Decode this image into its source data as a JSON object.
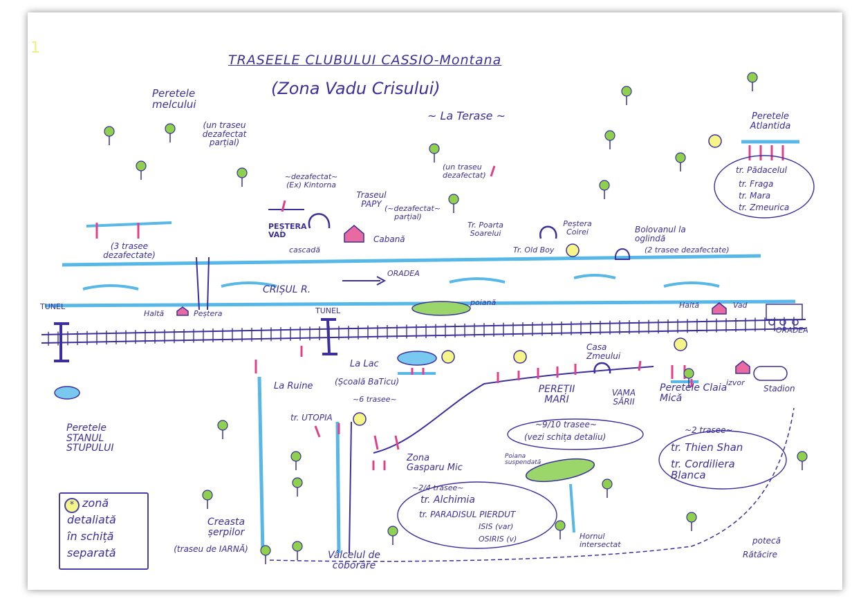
{
  "map": {
    "page_number": "1",
    "title": "TRASEELE CLUBULUI CASSIO-Montana",
    "subtitle": "(Zona Vadu Crisului)",
    "sector": "~ La Terase ~",
    "colors": {
      "ink": "#3a2f9c",
      "river": "#57b7e6",
      "route": "#e0408a",
      "trees": "#8fd14f",
      "accent": "#f6f58a"
    },
    "labels": {
      "peretele_melcului": "Peretele melcului",
      "melcului_note": "(un traseu dezafectat parțial)",
      "kintorna_note": "~dezafectat~ (Ex) Kintorna",
      "traseul_papy": "Traseul PAPY",
      "papy_note": "(~dezafectat~ parțial)",
      "un_traseu_dezafectat": "(un traseu dezafectat)",
      "pestera_vad": "PEȘTERA VAD",
      "cascada": "cascadă",
      "cabana": "Cabană",
      "trei_trasee": "(3 trasee dezafectate)",
      "tr_poarta_soarelui": "Tr. Poarta Soarelui",
      "tr_old_boy": "Tr. Old Boy",
      "pestera_coirei": "Peștera Coirei",
      "bolovanul": "Bolovanul la oglindă",
      "bolovanul_note": "(2 trasee dezafectate)",
      "peretele_atlantida": "Peretele Atlantida",
      "atlantida_routes": [
        "tr. Pădacelul",
        "tr. Fraga",
        "tr. Mara",
        "tr. Zmeurica"
      ],
      "crisul": "CRIȘUL R.",
      "oradea": "ORADEA",
      "tunel_left": "TUNEL",
      "tunel_mid": "TUNEL",
      "halta_pestera": "Haltă",
      "pestera": "Peștera",
      "poiana": "poiană",
      "halta_vad": "Haltă",
      "vad": "Vad",
      "oradea_rail": "ORADEA",
      "la_lac": "La Lac",
      "la_ruine": "La Ruine",
      "scoala": "(Școală BaTicu)",
      "sase_trasee": "~6 trasee~",
      "tr_utopia": "tr. UTOPIA",
      "casa_zmeului": "Casa Zmeului",
      "peretii_mari": "PEREȚII MARI",
      "vama_sarii": "VAMA SĂRII",
      "peretele_claia": "Peretele Claia Mică",
      "izvor": "izvor",
      "stadion": "Stadion",
      "noua_trasee": "~9/10 trasee~",
      "vezi_schita": "(vezi schița detaliu)",
      "doua_trasee": "~2 trasee~",
      "claia_routes": [
        "tr. Thien Shan",
        "tr. Cordiliera Blanca"
      ],
      "poiana_suspendata": "Poiana suspendată",
      "zona_gasparu": "Zona Gasparu Mic",
      "gasparu_count": "~2/4 trasee~",
      "gasparu_routes": [
        "tr. Alchimia",
        "tr. PARADISUL PIERDUT"
      ],
      "gasparu_sub": [
        "ISIS (var)",
        "OSIRIS (v)"
      ],
      "hornul": "Hornul intersectat",
      "peretele_stanul": "Peretele STANUL STUPULUI",
      "creasta": "Creasta șerpilor",
      "creasta_note": "(traseu de IARNĂ)",
      "valcelul": "Vâlcelul de coborâre",
      "poteca": "potecă",
      "poteca2": "Rătăcire"
    },
    "legend": {
      "icon": "*",
      "text": [
        "zonă",
        "detaliată",
        "în schiță",
        "separată"
      ]
    }
  }
}
